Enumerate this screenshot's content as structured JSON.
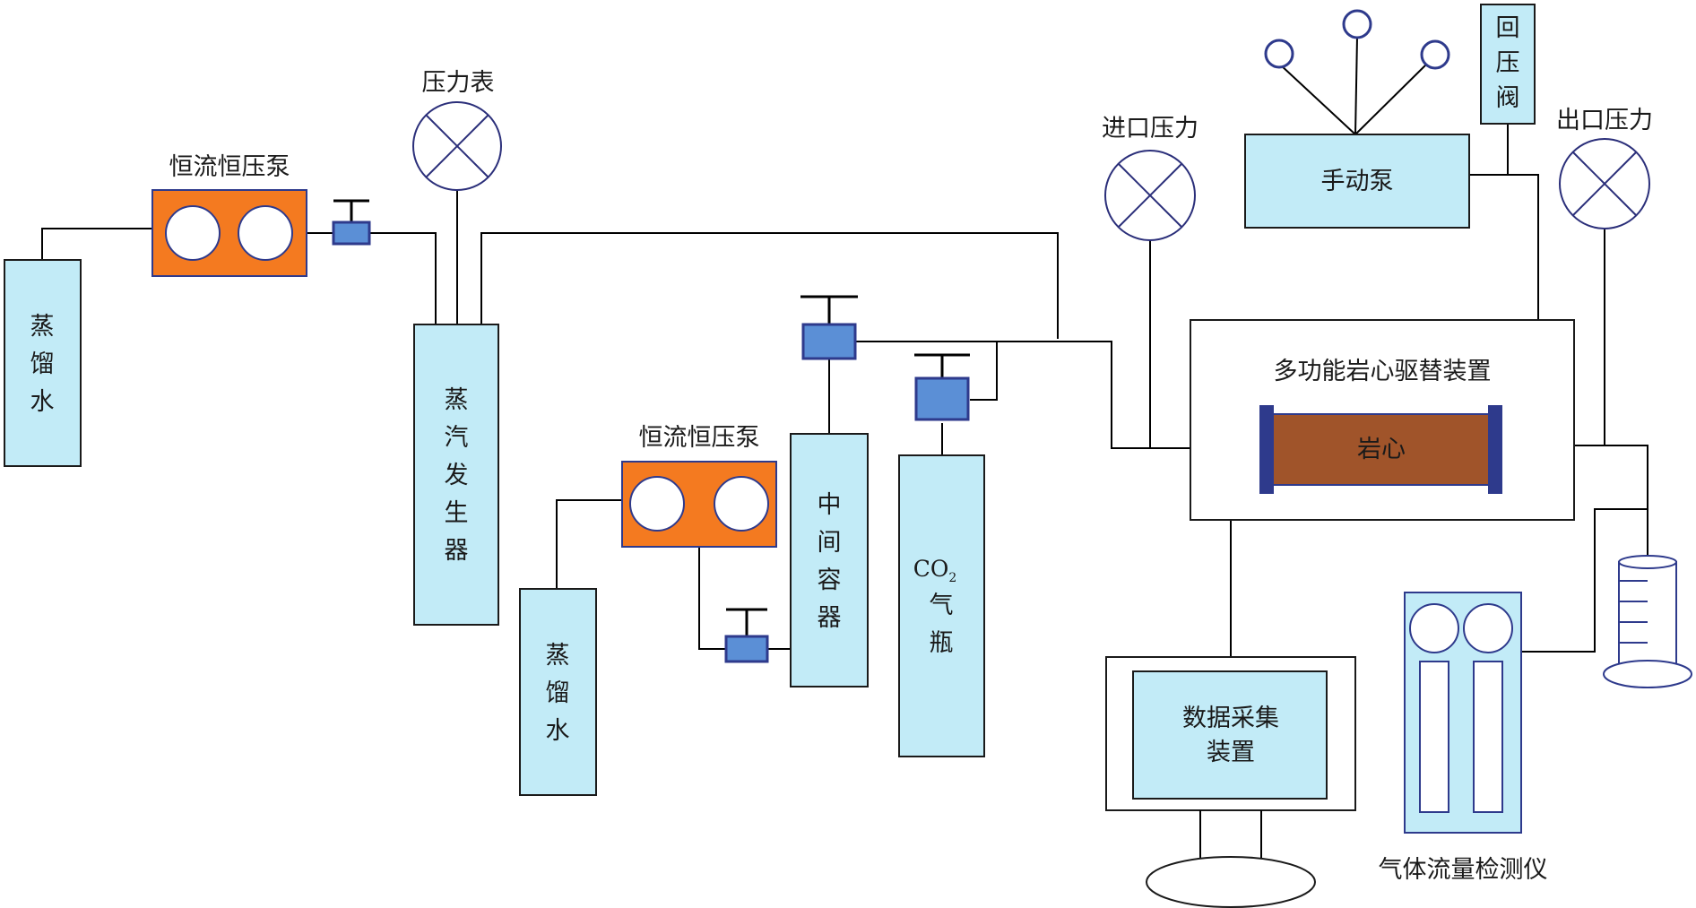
{
  "labels": {
    "water_1": [
      "蒸",
      "馏",
      "水"
    ],
    "pump_1": "恒流恒压泵",
    "pressure_gauge": "压力表",
    "steam_generator": [
      "蒸",
      "汽",
      "发",
      "生",
      "器"
    ],
    "pump_2": "恒流恒压泵",
    "water_2": [
      "蒸",
      "馏",
      "水"
    ],
    "intermediate_container": [
      "中",
      "间",
      "容",
      "器"
    ],
    "co2_main": "CO",
    "co2_sub": "2",
    "co2_bottle_rest": [
      "气",
      "瓶"
    ],
    "inlet_pressure": "进口压力",
    "hand_pump": "手动泵",
    "back_pressure_valve": [
      "回",
      "压",
      "阀"
    ],
    "outlet_pressure": "出口压力",
    "displacement_device": "多功能岩心驱替装置",
    "core": "岩心",
    "data_acquisition": [
      "数据采集",
      "装置"
    ],
    "gas_flow_meter": "气体流量检测仪"
  },
  "colors": {
    "tank_fill": "#c2ebf7",
    "pump_fill": "#f47a20",
    "valve_fill": "#5b8fd6",
    "valve_stroke": "#2e3a8c",
    "gauge_stroke": "#2b2f7a",
    "core_fill": "#a0542a",
    "core_cap": "#2e3a8c",
    "line": "#000000"
  },
  "icons": [
    "pressure-gauge-icon",
    "valve-icon",
    "pump-icon",
    "computer-monitor-icon",
    "graduated-cylinder-icon"
  ]
}
